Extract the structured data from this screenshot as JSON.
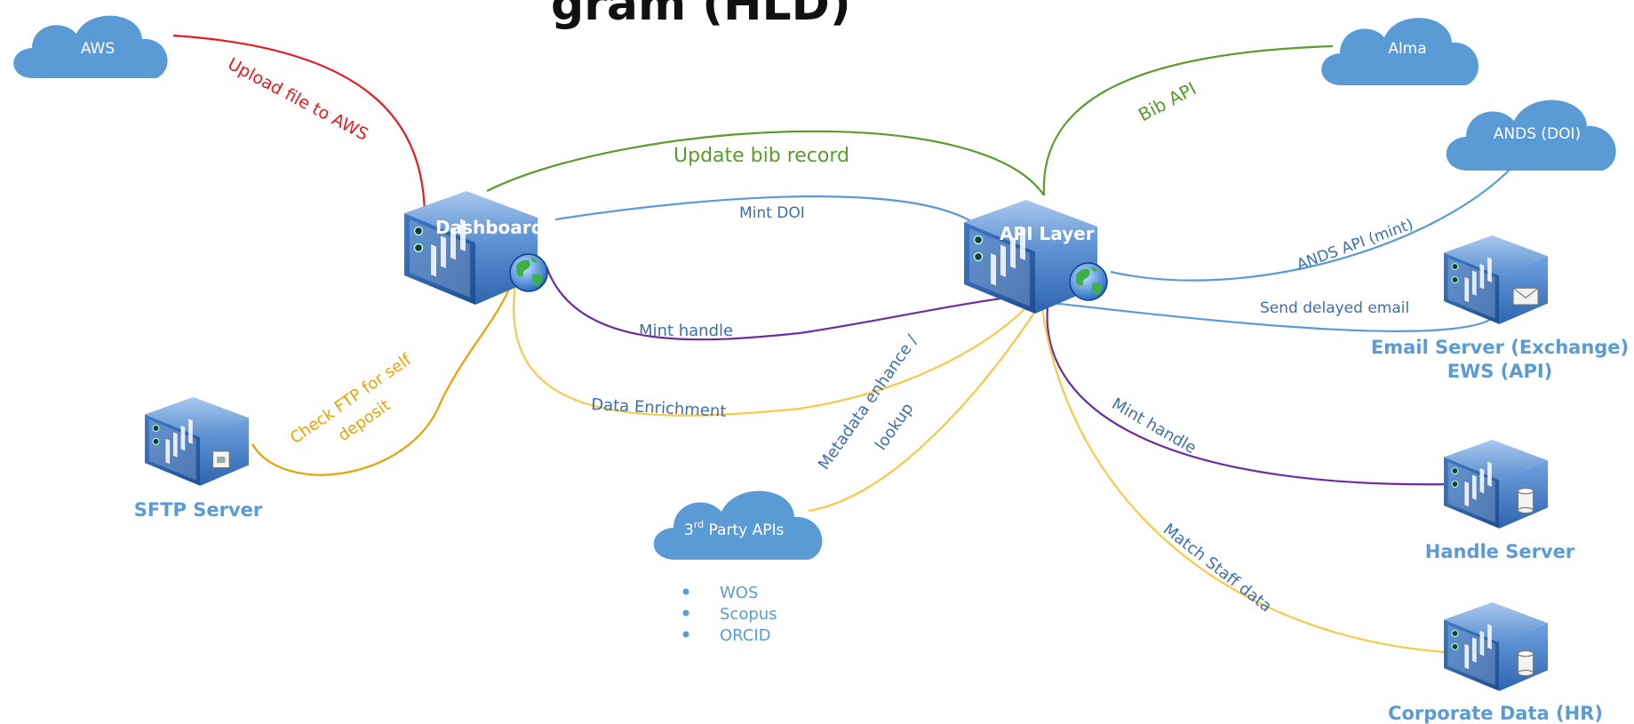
{
  "title_fragment": "gram (HLD)",
  "colors": {
    "red": "#e8191f",
    "green": "#5b9a2f",
    "blue": "#5b9bd5",
    "purple": "#6a2ea0",
    "yellow": "#f7c948",
    "orange": "#e8a200",
    "cloud": "#5b9bd5",
    "node_caption": "#5b9bd5"
  },
  "clouds": {
    "aws": "AWS",
    "alma": "Alma",
    "ands": "ANDS (DOI)",
    "third_party_prefix": "3",
    "third_party_sup": "rd",
    "third_party_suffix": " Party APIs"
  },
  "servers": {
    "dashboard": "Dashboard",
    "api_layer": "API Layer"
  },
  "captions": {
    "email_line1": "Email Server (Exchange)",
    "email_line2": "EWS (API)",
    "sftp": "SFTP Server",
    "handle": "Handle Server",
    "corporate": "Corporate Data (HR)"
  },
  "edges": {
    "upload_aws": "Upload file to AWS",
    "update_bib": "Update bib record",
    "bib_api": "Bib API",
    "mint_doi": "Mint DOI",
    "ands_api": "ANDS API (mint)",
    "send_email": "Send delayed email",
    "mint_handle_left": "Mint handle",
    "mint_handle_right": "Mint handle",
    "data_enrichment": "Data Enrichment",
    "metadata_line1": "Metadata enhance /",
    "metadata_line2": "lookup",
    "check_ftp_line1": "Check FTP for self",
    "check_ftp_line2": "deposit",
    "match_staff": "Match Staff data"
  },
  "third_party_list": [
    "WOS",
    "Scopus",
    "ORCID"
  ]
}
